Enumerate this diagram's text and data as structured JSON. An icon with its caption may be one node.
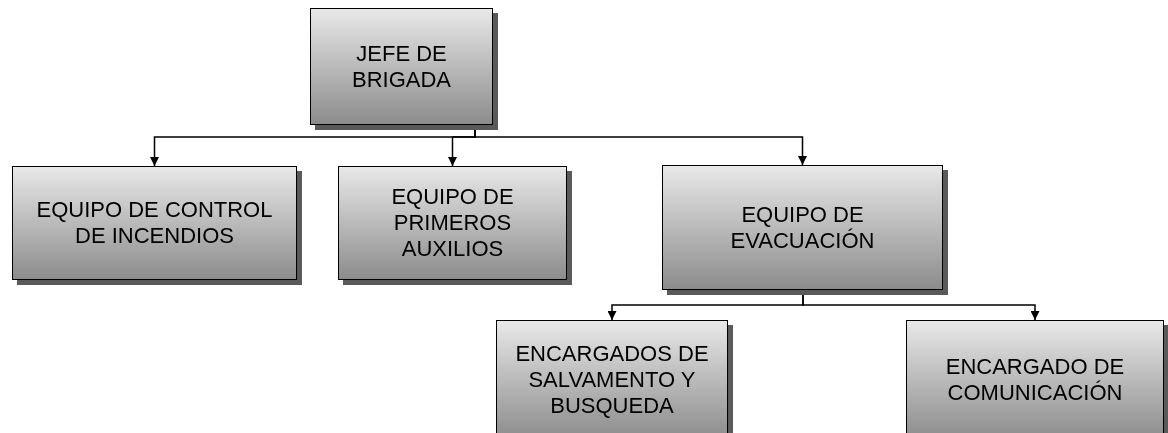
{
  "diagram": {
    "nodes": [
      {
        "text": [
          "JEFE DE BRIGADA"
        ]
      },
      {
        "text": [
          "EQUIPO DE CONTROL DE INCENDIOS"
        ]
      },
      {
        "text": [
          "EQUIPO DE PRIMEROS AUXILIOS"
        ]
      },
      {
        "text": [
          "EQUIPO DE EVACUACIÓN"
        ]
      },
      {
        "text": [
          "ENCARGADOS DE SALVAMENTO Y BUSQUEDA"
        ]
      },
      {
        "text": [
          "ENCARGADO DE COMUNICACIÓN"
        ]
      }
    ],
    "edges": [
      {
        "from": 0,
        "to": 1,
        "arrow": "to"
      },
      {
        "from": 0,
        "to": 2,
        "arrow": "to"
      },
      {
        "from": 0,
        "to": 3,
        "arrow": "to"
      },
      {
        "from": 3,
        "to": 4,
        "arrow": "to"
      },
      {
        "from": 3,
        "to": 5,
        "arrow": "to"
      }
    ]
  }
}
